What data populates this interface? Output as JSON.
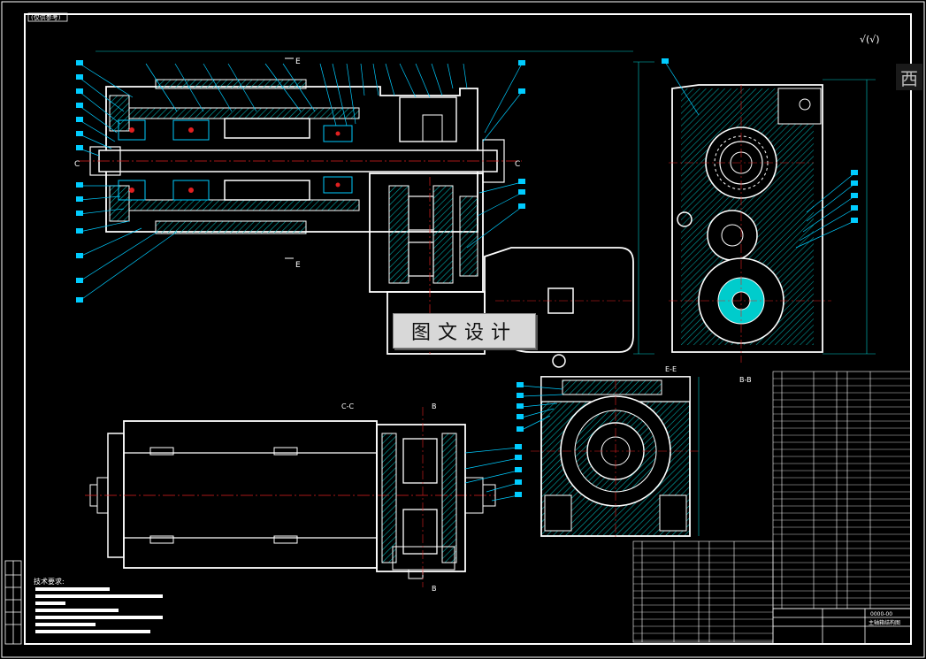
{
  "title_tag": "(仅供参考)",
  "watermark": "图文设计",
  "side_char": "西",
  "surface_symbol": "√(√)",
  "section_labels": {
    "cc_top_left": "C",
    "cc_top_right": "C",
    "ee_top": "E",
    "ee_bottom": "E",
    "cc_view": "C-C",
    "ee_view": "E-E",
    "bb_view": "B-B",
    "b_top": "B",
    "b_bottom": "B"
  },
  "tech_requirements_title": "技术要求:",
  "title_block": {
    "drawing_name": "主轴箱结构图",
    "drawing_no": "0000-00"
  },
  "colors": {
    "background": "#000000",
    "frame": "#ffffff",
    "leader": "#00c8ff",
    "section_hatch": "#00a0a8",
    "center_line": "#e02020"
  }
}
